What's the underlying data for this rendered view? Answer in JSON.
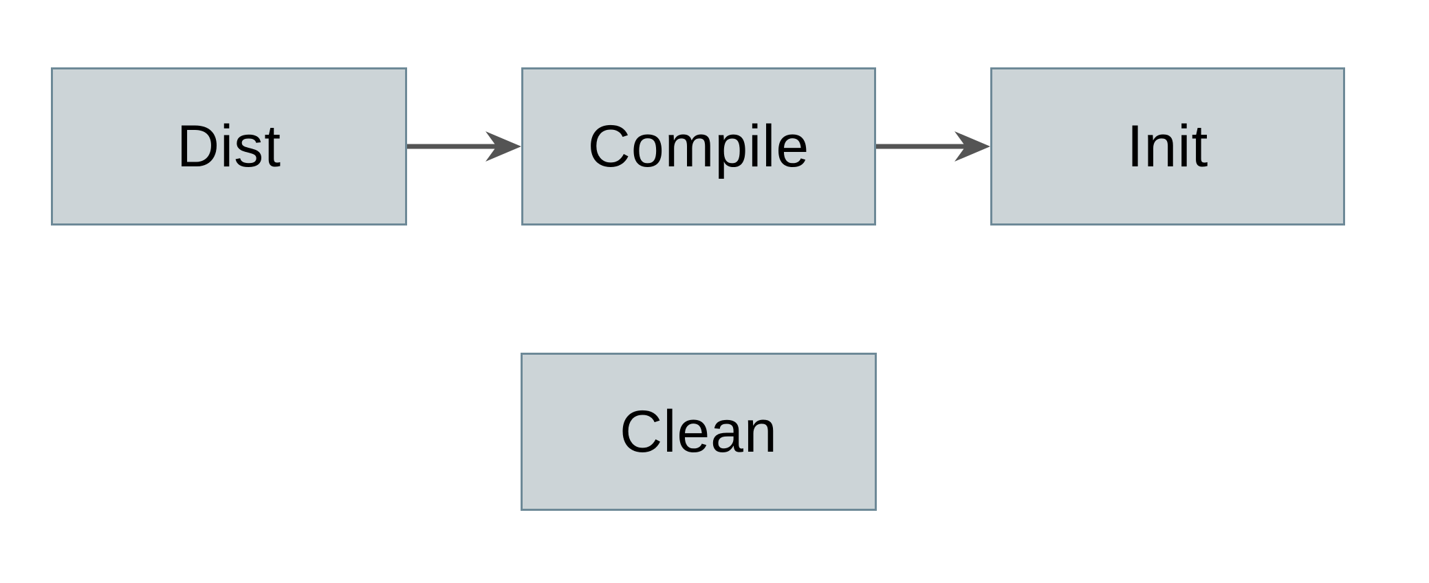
{
  "diagram": {
    "type": "flowchart",
    "background_color": "#ffffff",
    "nodes": [
      {
        "id": "dist",
        "label": "Dist"
      },
      {
        "id": "compile",
        "label": "Compile"
      },
      {
        "id": "init",
        "label": "Init"
      },
      {
        "id": "clean",
        "label": "Clean"
      }
    ],
    "edges": [
      {
        "from": "Dist",
        "to": "Compile",
        "direction": "right"
      },
      {
        "from": "Compile",
        "to": "Init",
        "direction": "right"
      }
    ],
    "colors": {
      "node_fill": "#ccd4d7",
      "node_border": "#6d8997",
      "arrow": "#545454",
      "label_text": "#000000"
    }
  }
}
